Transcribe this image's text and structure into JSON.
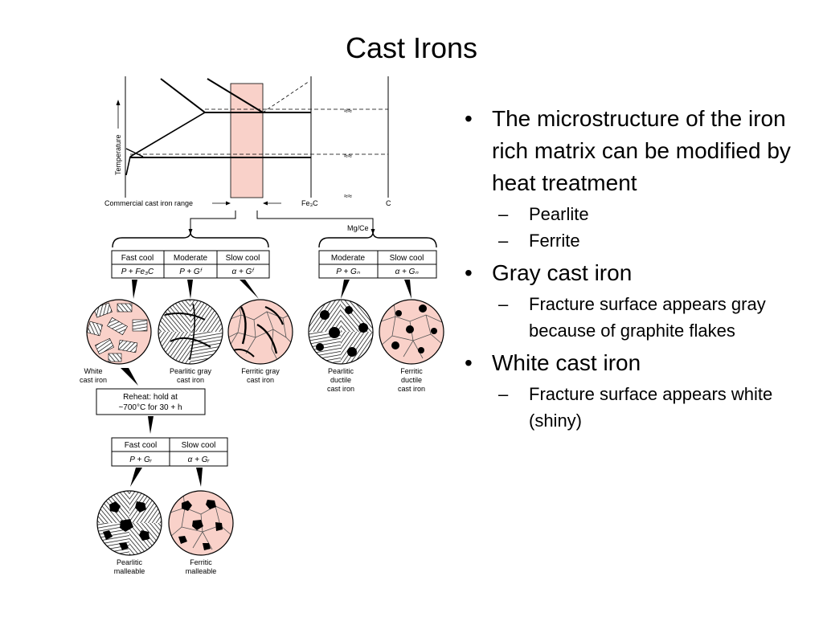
{
  "slide": {
    "title": "Cast Irons"
  },
  "diagram": {
    "phase": {
      "y_axis": "Temperature",
      "range_label": "Commercial cast iron range",
      "fe3c": "Fe₃C",
      "c": "C",
      "breaks": "≈≈"
    },
    "branch_label": "Mg/Ce",
    "white_branch": {
      "headers": [
        "Fast cool",
        "Moderate",
        "Slow cool"
      ],
      "phases": [
        "P + Fe₃C",
        "P + Gᶠ",
        "α + Gᶠ"
      ]
    },
    "ductile_branch": {
      "headers": [
        "Moderate",
        "Slow cool"
      ],
      "phases": [
        "P + Gₙ",
        "α + Gₙ"
      ]
    },
    "malleable_branch": {
      "headers": [
        "Fast cool",
        "Slow cool"
      ],
      "phases": [
        "P + Gᵣ",
        "α + Gᵣ"
      ]
    },
    "reheat": [
      "Reheat: hold at",
      "~700°C for 30 + h"
    ],
    "micro_labels": {
      "white": [
        "White",
        "cast iron"
      ],
      "pearlitic_gray": [
        "Pearlitic gray",
        "cast iron"
      ],
      "ferritic_gray": [
        "Ferritic gray",
        "cast iron"
      ],
      "pearlitic_ductile": [
        "Pearlitic",
        "ductile",
        "cast iron"
      ],
      "ferritic_ductile": [
        "Ferritic",
        "ductile",
        "cast iron"
      ],
      "pearlitic_malleable": [
        "Pearlitic",
        "malleable"
      ],
      "ferritic_malleable": [
        "Ferritic",
        "malleable"
      ]
    }
  },
  "bullets": [
    {
      "text": "The microstructure of the iron rich matrix can be modified by heat treatment",
      "sub": [
        "Pearlite",
        "Ferrite"
      ]
    },
    {
      "text": "Gray cast iron",
      "sub": [
        "Fracture surface appears gray because of graphite flakes"
      ]
    },
    {
      "text": "White cast iron",
      "sub": [
        "Fracture surface appears white (shiny)"
      ]
    }
  ],
  "bullet_glyph": "•",
  "dash_glyph": "–"
}
